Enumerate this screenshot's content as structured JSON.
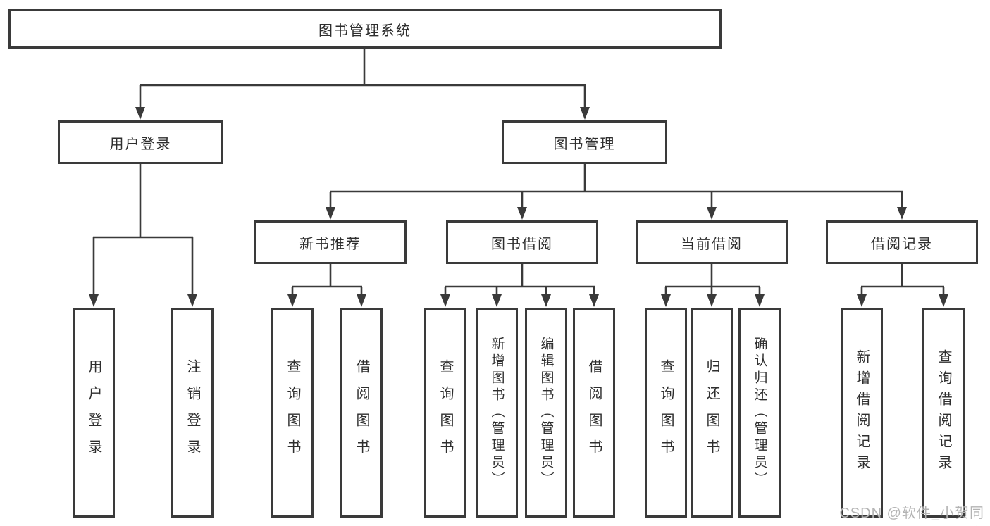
{
  "root": {
    "label": "图书管理系统"
  },
  "branches": [
    {
      "label": "用户登录",
      "children": [
        {
          "label": "用户登录"
        },
        {
          "label": "注销登录"
        }
      ]
    },
    {
      "label": "图书管理",
      "groups": [
        {
          "label": "新书推荐",
          "children": [
            {
              "label": "查询图书"
            },
            {
              "label": "借阅图书"
            }
          ]
        },
        {
          "label": "图书借阅",
          "children": [
            {
              "label": "查询图书"
            },
            {
              "label": "新增图书（管理员）"
            },
            {
              "label": "编辑图书（管理员）"
            },
            {
              "label": "借阅图书"
            }
          ]
        },
        {
          "label": "当前借阅",
          "children": [
            {
              "label": "查询图书"
            },
            {
              "label": "归还图书"
            },
            {
              "label": "确认归还（管理员）"
            }
          ]
        },
        {
          "label": "借阅记录",
          "children": [
            {
              "label": "新增借阅记录"
            },
            {
              "label": "查询借阅记录"
            }
          ]
        }
      ]
    }
  ],
  "watermark": "CSDN @软件_小贺同学",
  "colors": {
    "background": "#ffffff",
    "line": "#3a3a3a",
    "box_border": "#3a3a3a",
    "text": "#2e2e2e",
    "watermark": "#b3b3b3"
  }
}
